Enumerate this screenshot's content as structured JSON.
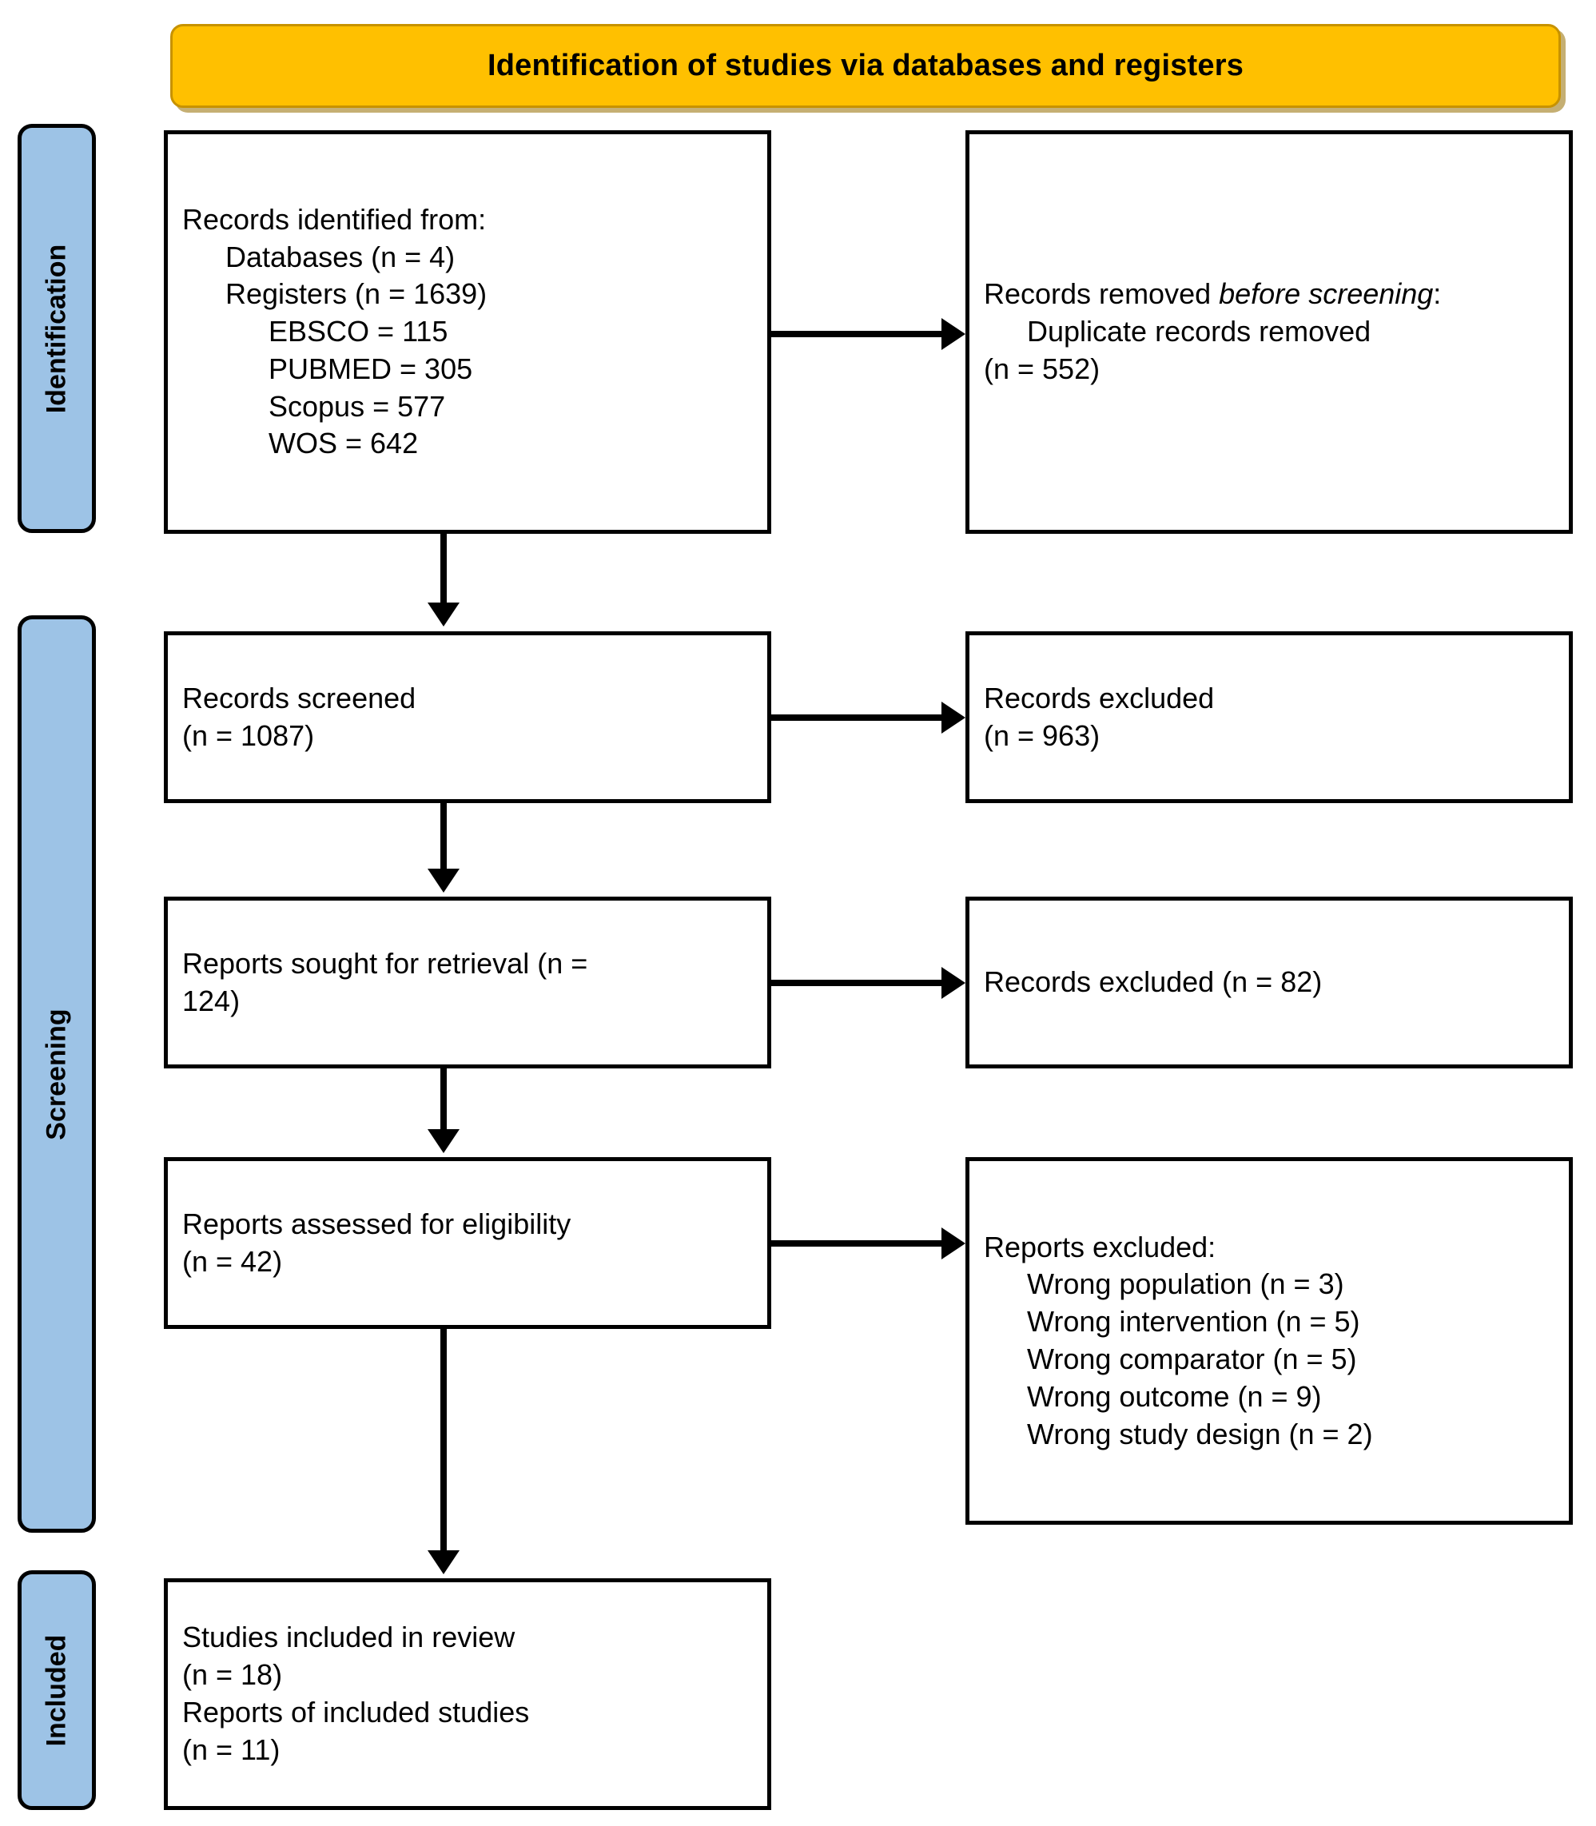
{
  "banner": {
    "title": "Identification of studies via databases and registers"
  },
  "phases": [
    {
      "id": "identification",
      "label": "Identification"
    },
    {
      "id": "screening",
      "label": "Screening"
    },
    {
      "id": "included",
      "label": "Included"
    }
  ],
  "boxes": {
    "records_identified": {
      "name": "records-identified-box",
      "lines": [
        {
          "text": "Records identified from:",
          "indent": 0
        },
        {
          "text": "Databases (n = 4)",
          "indent": 1
        },
        {
          "text": "Registers (n = 1639)",
          "indent": 1
        },
        {
          "text": "EBSCO = 115",
          "indent": 2
        },
        {
          "text": "PUBMED = 305",
          "indent": 2
        },
        {
          "text": "Scopus = 577",
          "indent": 2
        },
        {
          "text": "WOS = 642",
          "indent": 2
        }
      ]
    },
    "records_removed": {
      "name": "records-removed-box",
      "lines": [
        {
          "text": "Records removed ",
          "italic_text": "before screening",
          "suffix": ":",
          "indent": 0,
          "wrap": true
        },
        {
          "text": "Duplicate records removed",
          "indent": 1
        },
        {
          "text": "(n = 552)",
          "indent": 1
        }
      ]
    },
    "records_screened": {
      "name": "records-screened-box",
      "lines": [
        {
          "text": "Records screened",
          "indent": 0
        },
        {
          "text": "(n = 1087)",
          "indent": 0
        }
      ]
    },
    "records_excluded_1": {
      "name": "records-excluded-box",
      "lines": [
        {
          "text": "Records excluded",
          "indent": 0
        },
        {
          "text": "(n = 963)",
          "indent": 0
        }
      ]
    },
    "reports_sought": {
      "name": "reports-sought-box",
      "lines": [
        {
          "text": "Reports sought for retrieval (n =",
          "indent": 0
        },
        {
          "text": "124)",
          "indent": 0
        }
      ]
    },
    "records_excluded_2": {
      "name": "records-excluded-retrieval-box",
      "lines": [
        {
          "text": "Records excluded (n = 82)",
          "indent": 0
        }
      ]
    },
    "reports_assessed": {
      "name": "reports-assessed-box",
      "lines": [
        {
          "text": "Reports assessed for eligibility",
          "indent": 0
        },
        {
          "text": "(n = 42)",
          "indent": 0
        }
      ]
    },
    "reports_excluded": {
      "name": "reports-excluded-box",
      "lines": [
        {
          "text": "Reports excluded:",
          "indent": 0
        },
        {
          "text": "Wrong population (n = 3)",
          "indent": 1
        },
        {
          "text": "Wrong intervention (n = 5)",
          "indent": 1
        },
        {
          "text": "Wrong comparator (n = 5)",
          "indent": 1
        },
        {
          "text": "Wrong outcome (n = 9)",
          "indent": 1
        },
        {
          "text": "Wrong study design (n = 2)",
          "indent": 1
        }
      ]
    },
    "studies_included": {
      "name": "studies-included-box",
      "lines": [
        {
          "text": "Studies included in review",
          "indent": 0
        },
        {
          "text": "(n = 18)",
          "indent": 0
        },
        {
          "text": "Reports of included studies",
          "indent": 0
        },
        {
          "text": "(n = 11)",
          "indent": 0
        }
      ]
    }
  },
  "colors": {
    "banner_fill": "#FFC000",
    "banner_border": "#C79200",
    "phase_fill": "#9DC3E6",
    "stroke": "#000000",
    "box_fill": "#FFFFFF"
  }
}
